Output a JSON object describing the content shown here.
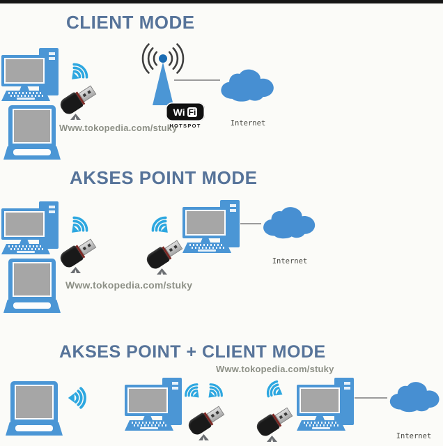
{
  "colors": {
    "computer_blue": "#4b96d5",
    "signal_blue": "#2da7e0",
    "cloud_blue": "#478fd2",
    "title_text": "#567399",
    "watermark_text": "#8d9086",
    "top_bar": "#161616",
    "background": "#fbfbf8"
  },
  "sections": {
    "client_mode": {
      "title": "CLIENT MODE",
      "watermark": "Www.tokopedia.com/stuky",
      "internet_label": "Internet",
      "hotspot_badge": {
        "wi": "Wi",
        "fi": "Fi",
        "caption": "HOTSPOT"
      }
    },
    "akses_point_mode": {
      "title": "AKSES POINT MODE",
      "watermark": "Www.tokopedia.com/stuky",
      "internet_label": "Internet"
    },
    "akses_point_client_mode": {
      "title": "AKSES POINT + CLIENT MODE",
      "watermark": "Www.tokopedia.com/stuky",
      "internet_label": "Internet"
    }
  }
}
